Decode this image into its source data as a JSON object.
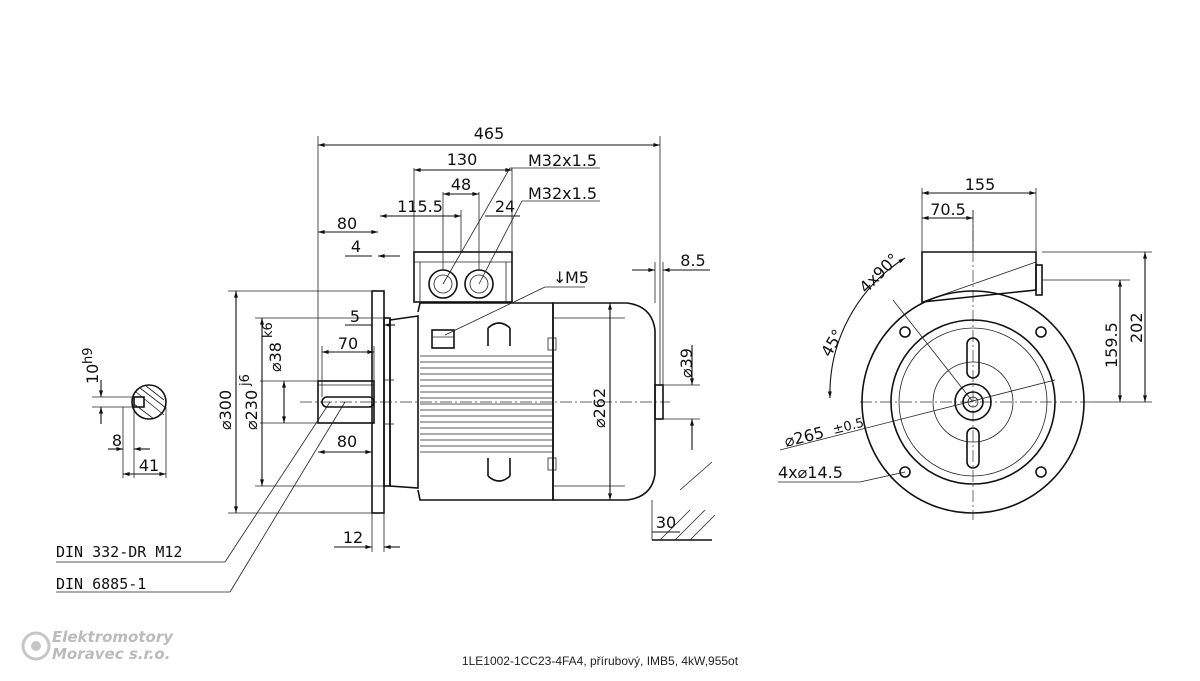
{
  "caption": "1LE1002-1CC23-4FA4, přírubový, IMB5, 4kW,955ot",
  "logo": {
    "line1": "Elektromotory",
    "line2": "Moravec s.r.o."
  },
  "dims": {
    "overall_length": "465",
    "tb_span": "130",
    "tb_inner": "48",
    "gland1": "M32x1.5",
    "gland2": "M32x1.5",
    "shaft_len": "80",
    "tb_offset": "115.5",
    "tb_24": "24",
    "flange_4": "4",
    "earth": "M5",
    "rear_85": "8.5",
    "flange_5": "5",
    "d38": "⌀38",
    "d38_tol": "k6",
    "key_70": "70",
    "d300": "⌀300",
    "d230": "⌀230",
    "d230_tol": "j6",
    "d262": "⌀262",
    "d39": "⌀39",
    "key_80": "80",
    "flange_12": "12",
    "foot_30": "30",
    "key_width": "10",
    "key_width_tol": "h9",
    "key_8": "8",
    "key_41": "41",
    "right_155": "155",
    "right_705": "70.5",
    "h_1595": "159.5",
    "h_202": "202",
    "angle_45": "45°",
    "angle_4x90": "4x90°",
    "d265": "⌀265",
    "d265_tol": "±0.5",
    "holes": "4x⌀14.5"
  },
  "notes": {
    "din332": "DIN 332-DR M12",
    "din6885": "DIN 6885-1"
  }
}
